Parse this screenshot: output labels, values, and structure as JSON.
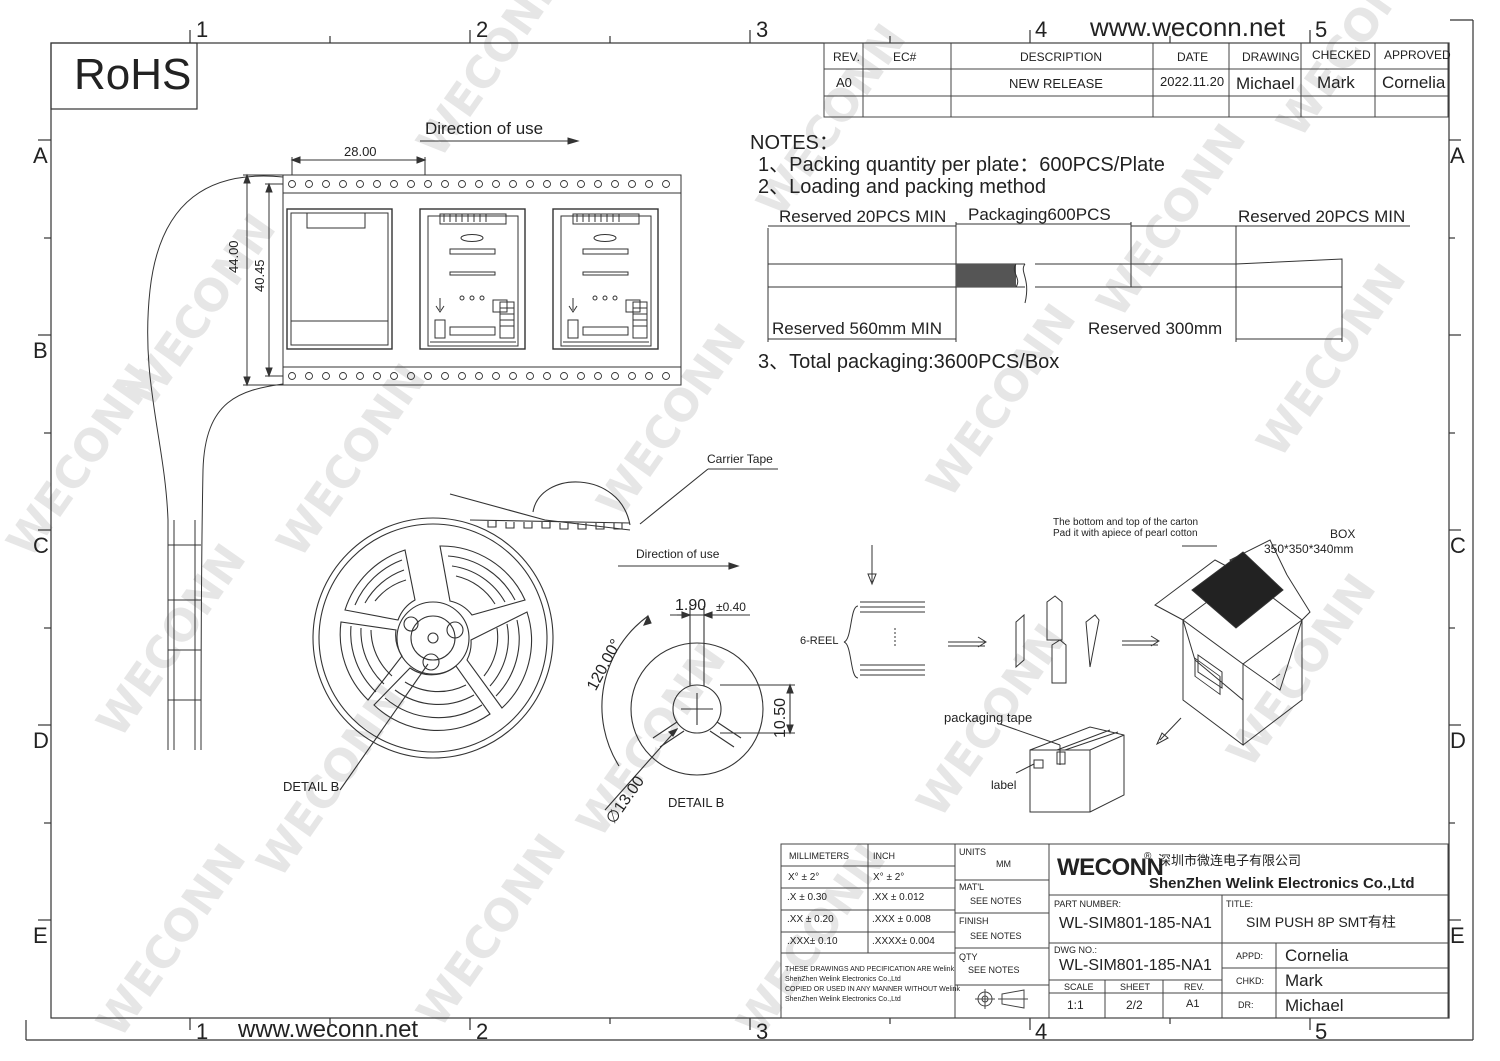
{
  "header": {
    "website": "www.weconn.net",
    "rohs": "RoHS",
    "zones_top": [
      "1",
      "2",
      "3",
      "4",
      "5"
    ],
    "zones_side": [
      "A",
      "B",
      "C",
      "D",
      "E"
    ]
  },
  "revision_table": {
    "headers": [
      "REV.",
      "EC#",
      "DESCRIPTION",
      "DATE",
      "DRAWING",
      "CHECKED",
      "APPROVED"
    ],
    "row": [
      "A0",
      "",
      "NEW RELEASE",
      "2022.11.20",
      "Michael",
      "Mark",
      "Cornelia"
    ]
  },
  "notes": {
    "title": "NOTES：",
    "items": [
      "1、Packing quantity per plate：600PCS/Plate",
      "2、Loading and packing method",
      "3、Total packaging:3600PCS/Box"
    ],
    "tape_labels": {
      "reserved_left": "Reserved 20PCS MIN",
      "packaging": "Packaging600PCS",
      "reserved_right": "Reserved 20PCS MIN",
      "reserved_560": "Reserved 560mm MIN",
      "reserved_300": "Reserved 300mm"
    }
  },
  "tape_drawing": {
    "direction": "Direction of use",
    "pitch": "28.00",
    "width_outer": "44.00",
    "width_inner": "40.45"
  },
  "reel_drawing": {
    "carrier_tape": "Carrier Tape",
    "direction": "Direction of use",
    "detail_b": "DETAIL B",
    "detail_b2": "DETAIL  B",
    "dim_slot": "1.90",
    "dim_slot_tol": "±0.40",
    "dim_angle": "120.00°",
    "dim_height": "10.50",
    "dim_dia": "∅13.00"
  },
  "packing_flow": {
    "reel_label": "6-REEL",
    "carton_note_1": "The bottom and top of the carton",
    "carton_note_2": "Pad it with apiece of pearl cotton",
    "box": "BOX",
    "box_size": "350*350*340mm",
    "packaging_tape": "packaging tape",
    "label": "label"
  },
  "title_block": {
    "tol_headers": [
      "MILLIMETERS",
      "INCH"
    ],
    "tol_rows": [
      [
        "X°  ±  2°",
        "X°  ±  2°"
      ],
      [
        ".X   ± 0.30",
        ".XX   ± 0.012"
      ],
      [
        ".XX  ± 0.20",
        ".XXX  ± 0.008"
      ],
      [
        ".XXX± 0.10",
        ".XXXX± 0.004"
      ]
    ],
    "disclaimer": [
      "THESE DRAWINGS AND PECIFICATION ARE Welink",
      "ShenZhen Welink Electronics Co.,Ltd",
      " COPIED OR USED IN ANY MANNER WITHOUT Welink",
      "ShenZhen Welink Electronics Co.,Ltd"
    ],
    "units_label": "UNITS",
    "units": "MM",
    "matl_label": "MAT'L",
    "matl": "SEE NOTES",
    "finish_label": "FINISH",
    "finish": "SEE NOTES",
    "qty_label": "QTY",
    "qty": "SEE NOTES",
    "brand": "WECONN",
    "reg": "®",
    "company_cn": "深圳市微连电子有限公司",
    "company_en": "ShenZhen Welink Electronics Co.,Ltd",
    "part_number_label": "PART NUMBER:",
    "part_number": "WL-SIM801-185-NA1",
    "title_label": "TITLE:",
    "title": "SIM PUSH 8P SMT有柱",
    "dwg_label": "DWG NO.:",
    "dwg_no": "WL-SIM801-185-NA1",
    "scale_label": "SCALE",
    "scale": "1:1",
    "sheet_label": "SHEET",
    "sheet": "2/2",
    "rev_label": "REV.",
    "rev": "A1",
    "appd_label": "APPD:",
    "appd": "Cornelia",
    "chkd_label": "CHKD:",
    "chkd": "Mark",
    "dr_label": "DR:",
    "dr": "Michael"
  },
  "watermark": "WECONN"
}
